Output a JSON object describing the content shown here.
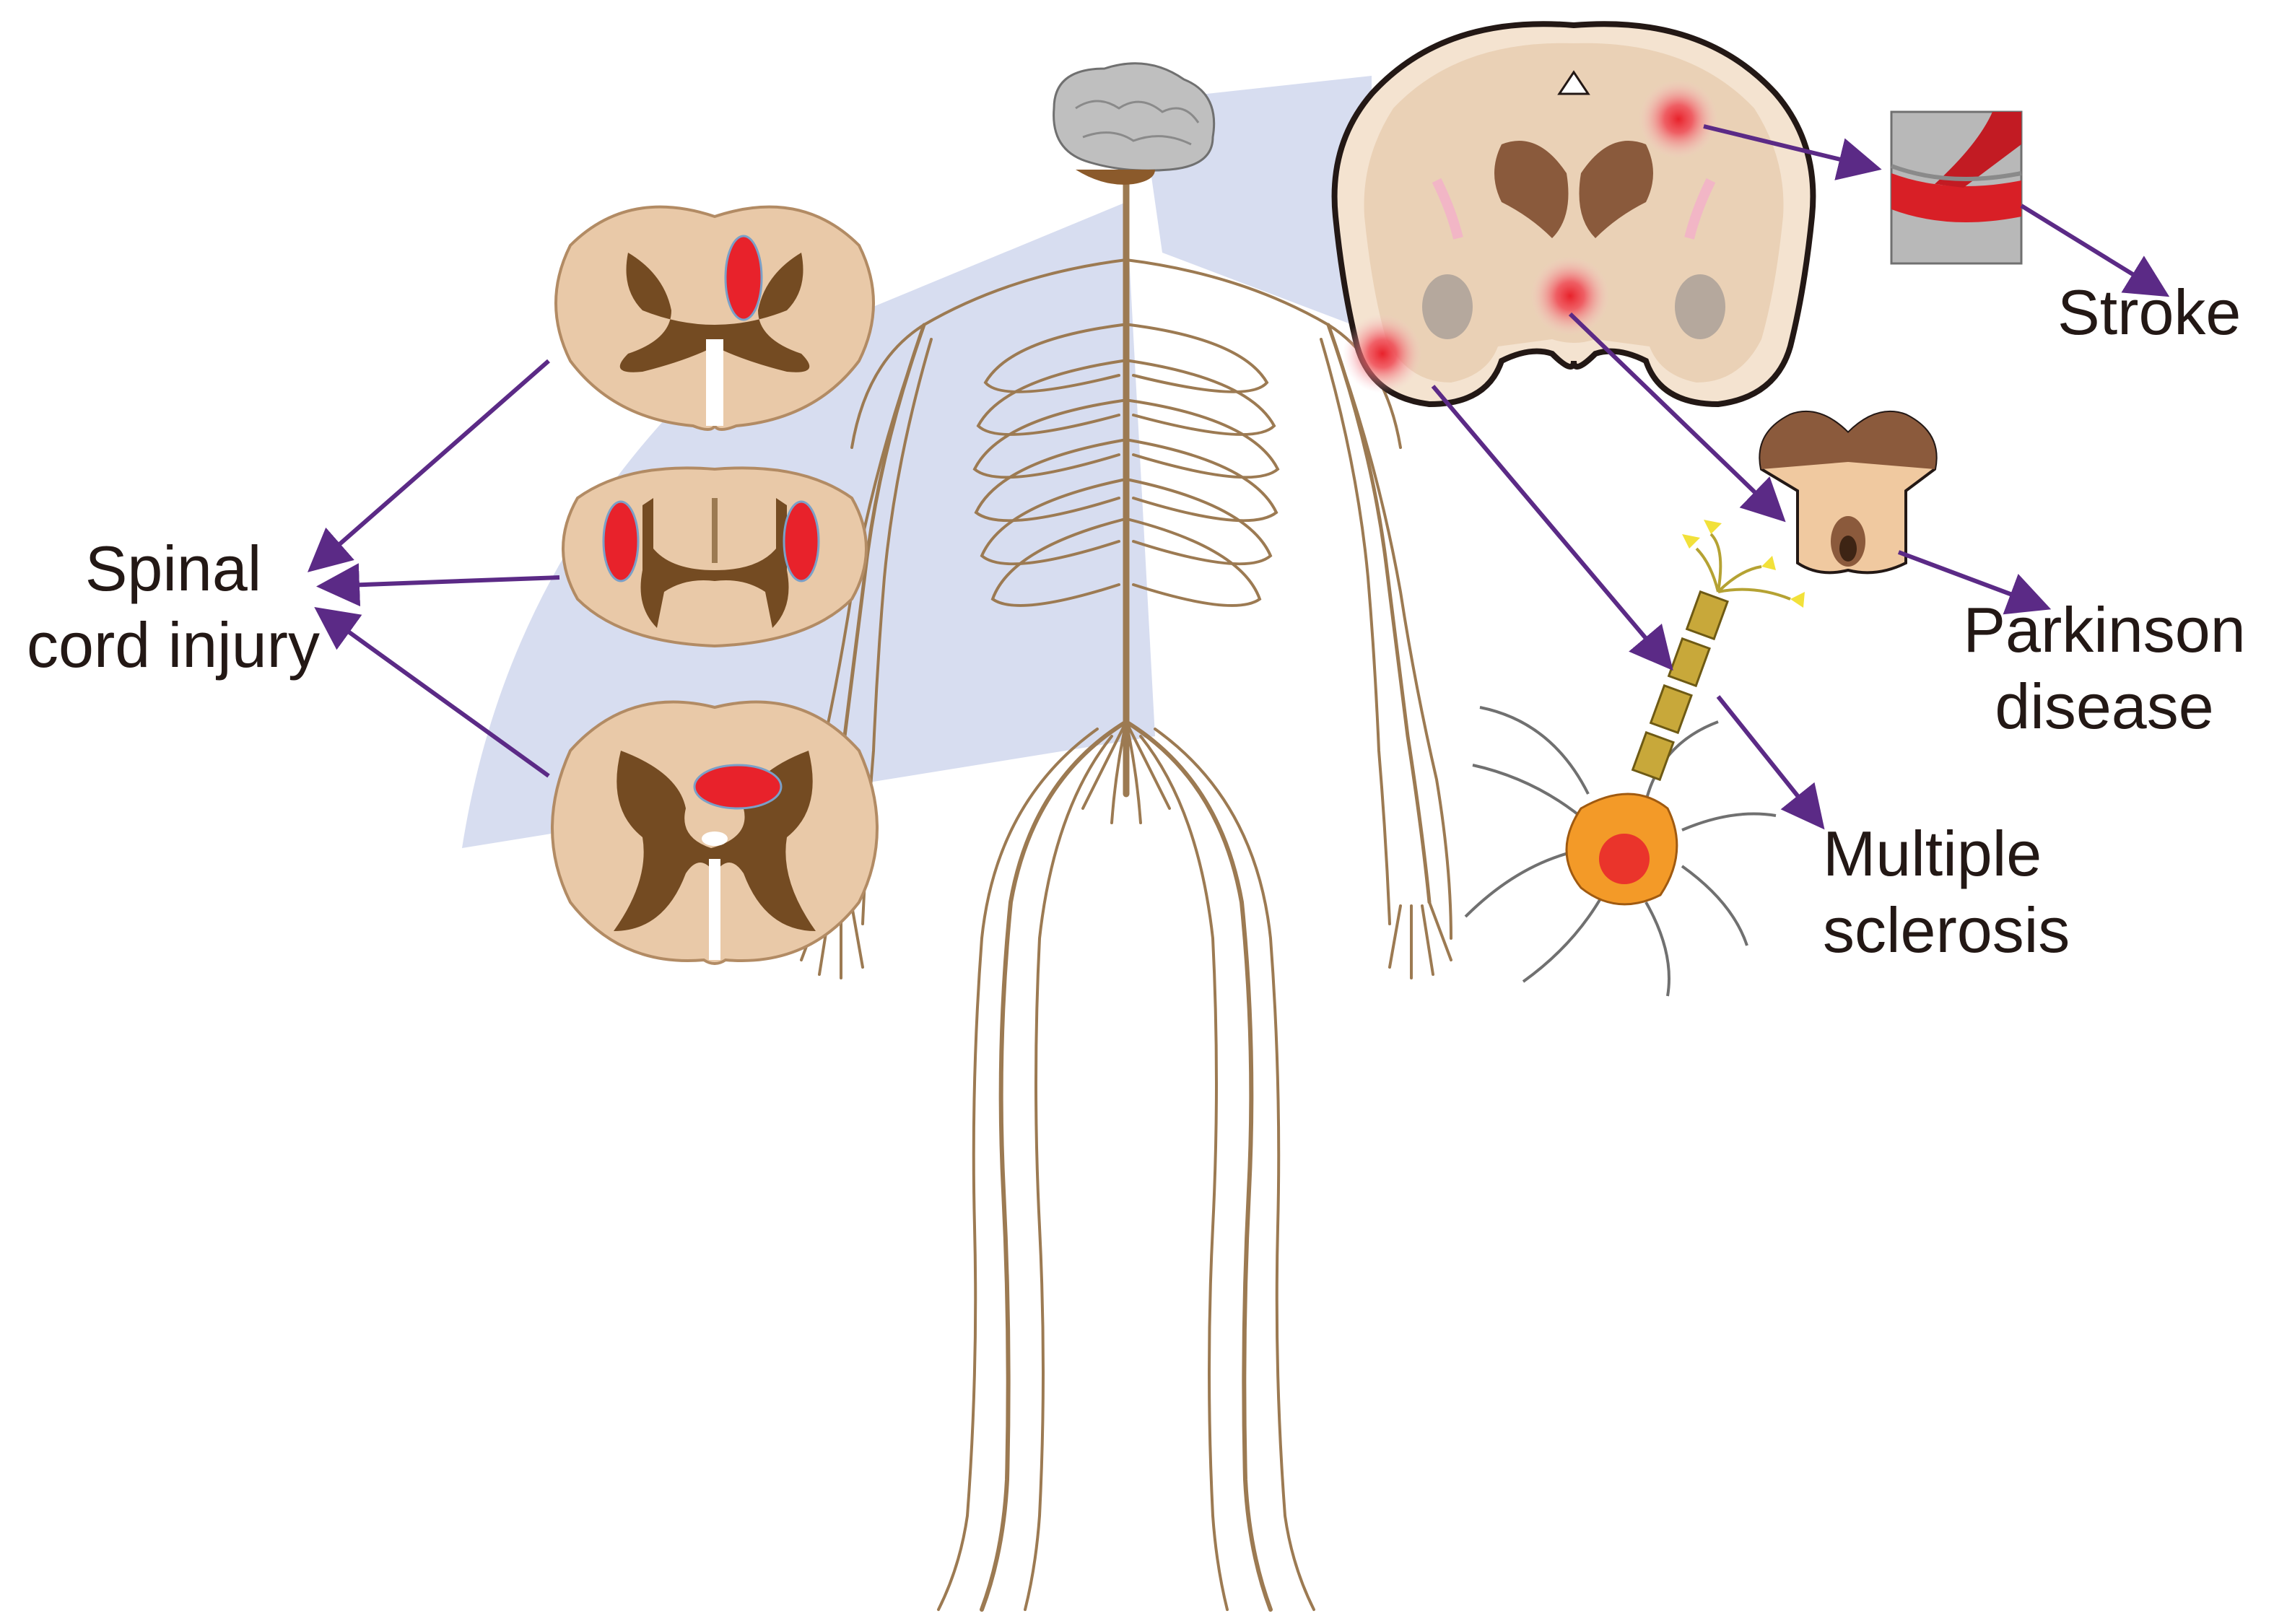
{
  "labels": {
    "spinal_cord_injury": [
      "Spinal",
      "cord injury"
    ],
    "stroke": [
      "Stroke"
    ],
    "parkinson_disease": [
      "Parkinson",
      "disease"
    ],
    "multiple_sclerosis": [
      "Multiple",
      "sclerosis"
    ]
  },
  "colors": {
    "nerve": "#9c7a52",
    "spinal_white_matter": "#e9c9a8",
    "spinal_gray_matter": "#744b22",
    "lesion": "#e8222b",
    "arrow": "#5b2a86",
    "highlight_wedge": "#d3d9ee",
    "brain_tissue": "#f4e3d0",
    "brain_gray": "#bfbfbf"
  }
}
